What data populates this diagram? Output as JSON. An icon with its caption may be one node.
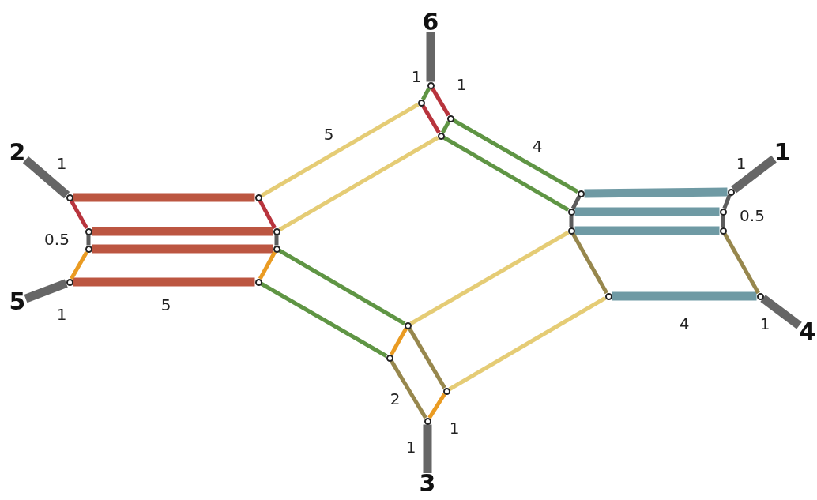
{
  "diagram": {
    "nodes": [
      {
        "text": [
          "6"
        ]
      },
      {
        "text": [
          "2"
        ]
      },
      {
        "text": [
          "1"
        ]
      },
      {
        "text": [
          "5"
        ]
      },
      {
        "text": [
          "4"
        ]
      },
      {
        "text": [
          "3"
        ]
      },
      {
        "text": [],
        "shape": "circle"
      },
      {
        "text": [],
        "shape": "circle"
      },
      {
        "text": [],
        "shape": "circle"
      },
      {
        "text": [],
        "shape": "circle"
      },
      {
        "text": [],
        "shape": "circle"
      },
      {
        "text": [],
        "shape": "circle"
      },
      {
        "text": [],
        "shape": "circle"
      },
      {
        "text": [],
        "shape": "circle"
      },
      {
        "text": [],
        "shape": "circle"
      },
      {
        "text": [],
        "shape": "circle"
      },
      {
        "text": [],
        "shape": "circle"
      },
      {
        "text": [],
        "shape": "circle"
      },
      {
        "text": [],
        "shape": "circle"
      },
      {
        "text": [],
        "shape": "circle"
      },
      {
        "text": [],
        "shape": "circle"
      },
      {
        "text": [],
        "shape": "circle"
      },
      {
        "text": [],
        "shape": "circle"
      },
      {
        "text": [],
        "shape": "circle"
      },
      {
        "text": [],
        "shape": "circle"
      },
      {
        "text": [],
        "shape": "circle"
      },
      {
        "text": [],
        "shape": "circle"
      },
      {
        "text": [],
        "shape": "circle"
      },
      {
        "text": [],
        "shape": "circle"
      },
      {
        "text": [],
        "shape": "circle"
      }
    ],
    "edges": [
      {
        "from": 0,
        "to": 6,
        "arrow": "none",
        "label": "1",
        "style": "thick",
        "color": "#555555"
      },
      {
        "from": 1,
        "to": 10,
        "arrow": "none",
        "label": "1",
        "style": "thick",
        "color": "#555555"
      },
      {
        "from": 2,
        "to": 22,
        "arrow": "none",
        "label": "1",
        "style": "thick",
        "color": "#555555"
      },
      {
        "from": 3,
        "to": 13,
        "arrow": "none",
        "label": "1",
        "style": "thick",
        "color": "#555555"
      },
      {
        "from": 4,
        "to": 25,
        "arrow": "none",
        "label": "1",
        "style": "thick",
        "color": "#555555"
      },
      {
        "from": 5,
        "to": 29,
        "arrow": "none",
        "label": "1",
        "style": "thick",
        "color": "#555555"
      },
      {
        "from": 6,
        "to": 7,
        "arrow": "none",
        "color": "#4e8a30"
      },
      {
        "from": 6,
        "to": 8,
        "arrow": "none",
        "label": "1",
        "color": "#b01e28"
      },
      {
        "from": 7,
        "to": 9,
        "arrow": "none",
        "color": "#b01e28"
      },
      {
        "from": 8,
        "to": 9,
        "arrow": "none",
        "color": "#4e8a30"
      },
      {
        "from": 7,
        "to": 14,
        "arrow": "none",
        "label": "5",
        "color": "#e2c766"
      },
      {
        "from": 9,
        "to": 15,
        "arrow": "none",
        "color": "#e2c766"
      },
      {
        "from": 8,
        "to": 18,
        "arrow": "none",
        "label": "4",
        "color": "#4e8a30"
      },
      {
        "from": 9,
        "to": 19,
        "arrow": "none",
        "color": "#4e8a30"
      },
      {
        "from": 10,
        "to": 14,
        "arrow": "none",
        "style": "thick",
        "color": "#b5442c"
      },
      {
        "from": 11,
        "to": 15,
        "arrow": "none",
        "style": "thick",
        "color": "#b5442c"
      },
      {
        "from": 12,
        "to": 16,
        "arrow": "none",
        "style": "thick",
        "color": "#b5442c"
      },
      {
        "from": 13,
        "to": 17,
        "arrow": "none",
        "label": "5",
        "style": "thick",
        "color": "#b5442c"
      },
      {
        "from": 10,
        "to": 11,
        "arrow": "none",
        "color": "#b01e28"
      },
      {
        "from": 11,
        "to": 12,
        "arrow": "none",
        "label": "0.5",
        "color": "#4a4a4a"
      },
      {
        "from": 12,
        "to": 13,
        "arrow": "none",
        "color": "#e8900a"
      },
      {
        "from": 14,
        "to": 15,
        "arrow": "none",
        "color": "#b01e28"
      },
      {
        "from": 15,
        "to": 16,
        "arrow": "none",
        "color": "#4a4a4a"
      },
      {
        "from": 16,
        "to": 17,
        "arrow": "none",
        "color": "#e8900a"
      },
      {
        "from": 16,
        "to": 26,
        "arrow": "none",
        "color": "#4e8a30"
      },
      {
        "from": 17,
        "to": 27,
        "arrow": "none",
        "color": "#4e8a30"
      },
      {
        "from": 26,
        "to": 27,
        "arrow": "none",
        "color": "#e8900a"
      },
      {
        "from": 26,
        "to": 28,
        "arrow": "none",
        "color": "#8c7a3a"
      },
      {
        "from": 27,
        "to": 29,
        "arrow": "none",
        "label": "2",
        "color": "#8c7a3a"
      },
      {
        "from": 28,
        "to": 29,
        "arrow": "none",
        "label": "1",
        "color": "#e8900a"
      },
      {
        "from": 26,
        "to": 20,
        "arrow": "none",
        "color": "#e2c766"
      },
      {
        "from": 28,
        "to": 21,
        "arrow": "none",
        "color": "#e2c766"
      },
      {
        "from": 18,
        "to": 22,
        "arrow": "none",
        "style": "thick",
        "color": "#5f8f9a"
      },
      {
        "from": 19,
        "to": 23,
        "arrow": "none",
        "style": "thick",
        "color": "#5f8f9a"
      },
      {
        "from": 20,
        "to": 24,
        "arrow": "none",
        "style": "thick",
        "color": "#5f8f9a"
      },
      {
        "from": 21,
        "to": 25,
        "arrow": "none",
        "label": "4",
        "style": "thick",
        "color": "#5f8f9a"
      },
      {
        "from": 18,
        "to": 19,
        "arrow": "none",
        "color": "#4a4a4a"
      },
      {
        "from": 19,
        "to": 20,
        "arrow": "none",
        "color": "#4a4a4a"
      },
      {
        "from": 20,
        "to": 21,
        "arrow": "none",
        "color": "#8c7a3a"
      },
      {
        "from": 22,
        "to": 23,
        "arrow": "none",
        "label": "0.5",
        "color": "#4a4a4a"
      },
      {
        "from": 23,
        "to": 24,
        "arrow": "none",
        "color": "#4a4a4a"
      },
      {
        "from": 24,
        "to": 25,
        "arrow": "none",
        "color": "#8c7a3a"
      }
    ]
  }
}
